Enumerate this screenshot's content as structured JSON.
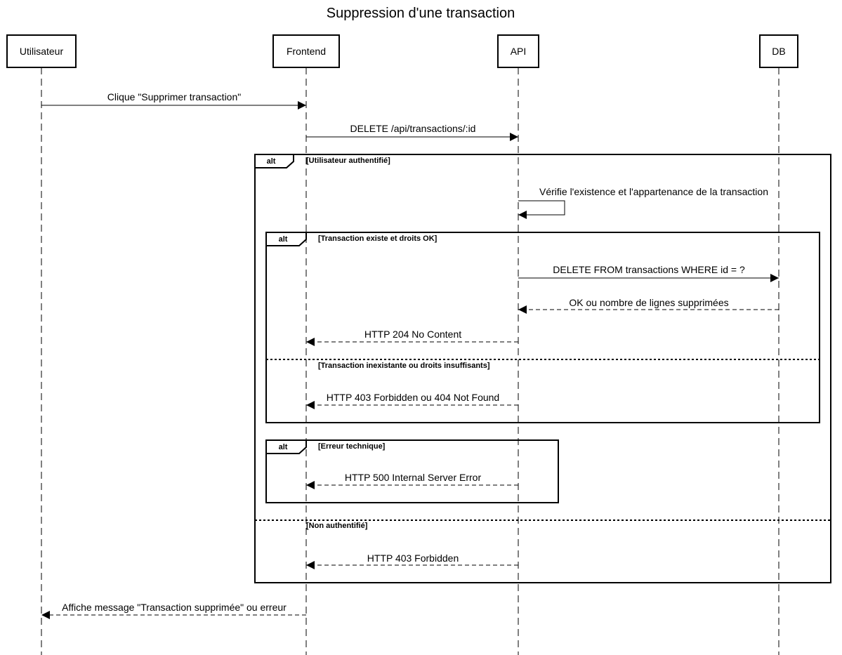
{
  "title": "Suppression d'une transaction",
  "participants": {
    "user": "Utilisateur",
    "frontend": "Frontend",
    "api": "API",
    "db": "DB"
  },
  "messages": {
    "m1": "Clique \"Supprimer transaction\"",
    "m2": "DELETE /api/transactions/:id",
    "m3": "Vérifie l'existence et l'appartenance de la transaction",
    "m4": "DELETE FROM transactions WHERE id = ?",
    "m5": "OK ou nombre de lignes supprimées",
    "m6": "HTTP 204 No Content",
    "m7": "HTTP 403 Forbidden ou 404 Not Found",
    "m8": "HTTP 500 Internal Server Error",
    "m9": "HTTP 403 Forbidden",
    "m10": "Affiche message \"Transaction supprimée\" ou erreur"
  },
  "fragments": {
    "outer_label": "alt",
    "outer_cond1": "[Utilisateur authentifié]",
    "outer_cond2": "[Non authentifié]",
    "inner1_label": "alt",
    "inner1_cond1": "[Transaction existe et droits OK]",
    "inner1_cond2": "[Transaction inexistante ou droits insuffisants]",
    "inner2_label": "alt",
    "inner2_cond1": "[Erreur technique]"
  }
}
